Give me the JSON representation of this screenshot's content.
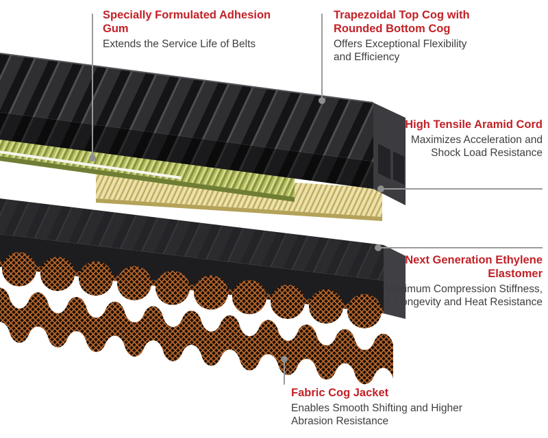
{
  "colors": {
    "heading": "#c22127",
    "body": "#3e3e40",
    "callout_line": "#9a9a9a",
    "belt_rubber": "#2f2f32",
    "adhesion_green": "#b4bd62",
    "aramid_yellow": "#e7da9b",
    "fabric_orange": "#c06a2e",
    "elastomer_black": "#1d1d20"
  },
  "callouts": {
    "adhesion_gum": {
      "title": "Specially Formulated Adhesion Gum",
      "desc": "Extends the Service Life of Belts"
    },
    "top_cog": {
      "title": "Trapezoidal Top Cog with Rounded Bottom Cog",
      "desc": "Offers Exceptional Flexibility and Efficiency"
    },
    "aramid_cord": {
      "title": "High Tensile Aramid Cord",
      "desc": "Maximizes Acceleration and Shock Load Resistance"
    },
    "elastomer": {
      "title": "Next Generation Ethylene Elastomer",
      "desc": "Maximum Compression Stiffness, Longevity and Heat Resistance"
    },
    "fabric_jacket": {
      "title": "Fabric Cog Jacket",
      "desc": "Enables Smooth Shifting and Higher Abrasion Resistance"
    }
  }
}
